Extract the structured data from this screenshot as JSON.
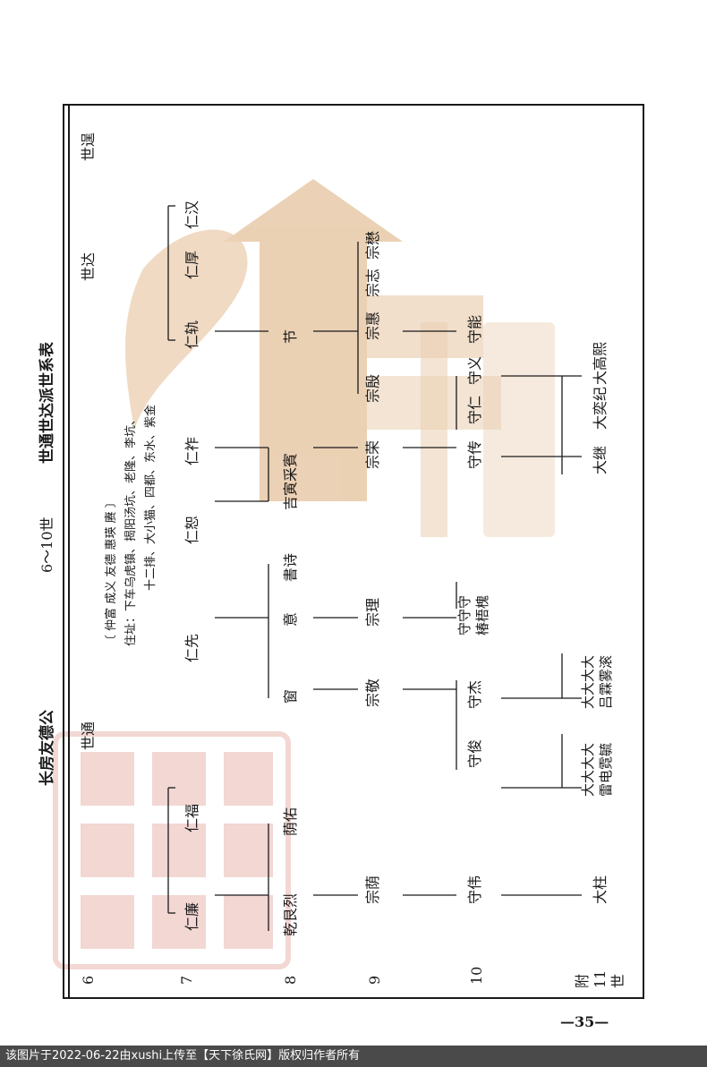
{
  "header": {
    "left_title": "长房友德公",
    "center_label": "6～10世",
    "right_title": "世通世达派世系表"
  },
  "generations": [
    "6",
    "7",
    "8",
    "9",
    "10",
    "附",
    "11",
    "世"
  ],
  "ancestors": {
    "shitong": "世通",
    "shida": "世达",
    "shiti": "世逞"
  },
  "note": {
    "line1": "〔 仲富  成义  友德  惠瑛  赓 〕",
    "line2": "住址：下车乌虎镇、揭阳汤坑、老隆、李坑、",
    "line3": "十二排、大小猫、四都、东水、紫金"
  },
  "gen7": [
    "仁廉",
    "仁福",
    "仁先",
    "仁恕",
    "仁祚",
    "仁轨",
    "仁厚",
    "仁汉"
  ],
  "gen8": [
    "乾艮烈",
    "荫佑",
    "窗",
    "意",
    "書诗",
    "吉寅采賓",
    "节"
  ],
  "gen9": [
    "宗荫",
    "宗敬",
    "宗理",
    "宗荣",
    "宗殷",
    "宗惠",
    "宗志",
    "宗懋"
  ],
  "gen10": [
    "守伟",
    "守俊",
    "守杰",
    "守守守",
    "椿梧槐",
    "守传",
    "守仁",
    "守义",
    "守能"
  ],
  "gen11": [
    "大柱",
    "大大大大",
    "雷电霓毓",
    "大大大大",
    "吕霖雾滚",
    "大继",
    "大奕纪",
    "大高熙"
  ],
  "page_number": "—35—",
  "footer": "该图片于2022-06-22由xushi上传至【天下徐氏网】版权归作者所有",
  "colors": {
    "ink": "#1a1a1a",
    "watermark": "#e8c9a8",
    "seal": "#e8b8b0",
    "footer_bg": "#4a4a4a"
  }
}
